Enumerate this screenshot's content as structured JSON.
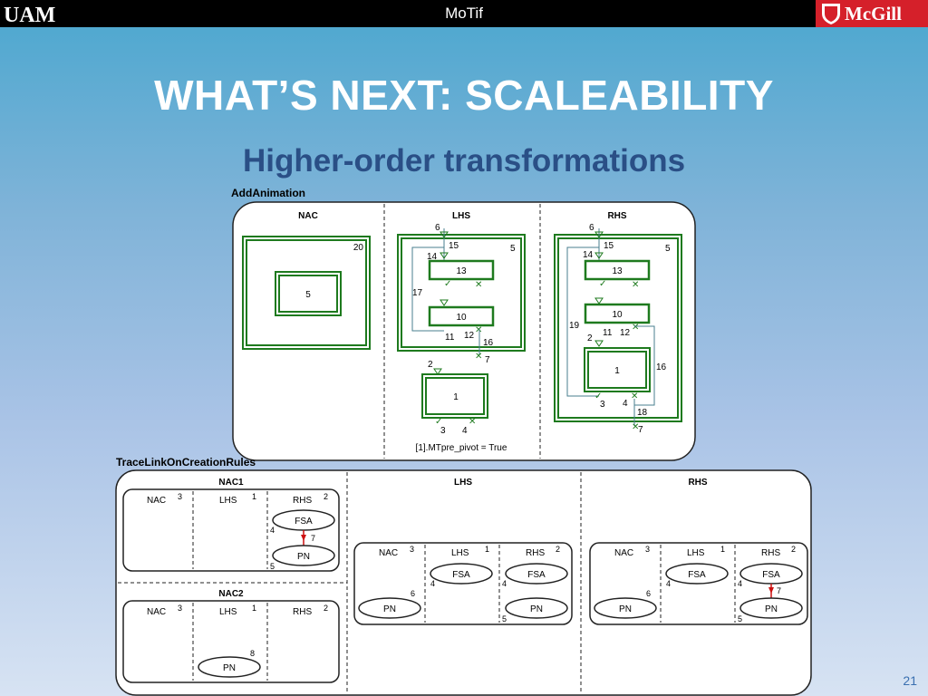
{
  "header": {
    "app_title": "MoTif",
    "right_logo_text": "McGill",
    "left_logo_text": "UAM"
  },
  "slide": {
    "title": "WHAT’S NEXT: SCALEABILITY",
    "subtitle": "Higher-order transformations",
    "number": "21"
  },
  "add_animation": {
    "title": "AddAnimation",
    "nac": {
      "label": "NAC",
      "outer": "20",
      "inner": "5"
    },
    "lhs": {
      "label": "LHS",
      "n6": "6",
      "n15": "15",
      "n5": "5",
      "n14": "14",
      "n13": "13",
      "n17": "17",
      "n10": "10",
      "n11": "11",
      "n12": "12",
      "n16": "16",
      "n7": "7",
      "n2": "2",
      "n1": "1",
      "n3": "3",
      "n4": "4"
    },
    "rhs": {
      "label": "RHS",
      "n6": "6",
      "n15": "15",
      "n5": "5",
      "n14": "14",
      "n13": "13",
      "n10": "10",
      "n19": "19",
      "n2": "2",
      "n11": "11",
      "n12": "12",
      "n16": "16",
      "n1": "1",
      "n3": "3",
      "n4": "4",
      "n18": "18",
      "n7": "7"
    },
    "constraint": "[1].MTpre_pivot = True"
  },
  "trace_link": {
    "title": "TraceLinkOnCreationRules",
    "nac1": {
      "label": "NAC1",
      "nac": "NAC",
      "nac_n": "3",
      "lhs": "LHS",
      "lhs_n": "1",
      "rhs": "RHS",
      "rhs_n": "2",
      "fsa": "FSA",
      "pn": "PN",
      "n4": "4",
      "n7": "7",
      "n5": "5"
    },
    "nac2": {
      "label": "NAC2",
      "nac": "NAC",
      "nac_n": "3",
      "lhs": "LHS",
      "lhs_n": "1",
      "rhs": "RHS",
      "rhs_n": "2",
      "pn": "PN",
      "n8": "8"
    },
    "lhs": {
      "label": "LHS",
      "nac": "NAC",
      "nac_n": "3",
      "lhs": "LHS",
      "lhs_n": "1",
      "rhs": "RHS",
      "rhs_n": "2",
      "fsa1": "FSA",
      "fsa2": "FSA",
      "pn1": "PN",
      "pn2": "PN",
      "n4a": "4",
      "n4b": "4",
      "n6": "6",
      "n5": "5"
    },
    "rhs": {
      "label": "RHS",
      "nac": "NAC",
      "nac_n": "3",
      "lhs": "LHS",
      "lhs_n": "1",
      "rhs": "RHS",
      "rhs_n": "2",
      "fsa1": "FSA",
      "fsa2": "FSA",
      "pn1": "PN",
      "pn2": "PN",
      "n4a": "4",
      "n4b": "4",
      "n6": "6",
      "n7": "7",
      "n5": "5"
    }
  },
  "colors": {
    "green": "#1e7a1e",
    "teal": "#4a7f8f",
    "red": "#cc1111",
    "title_blue": "#2a4f86"
  }
}
